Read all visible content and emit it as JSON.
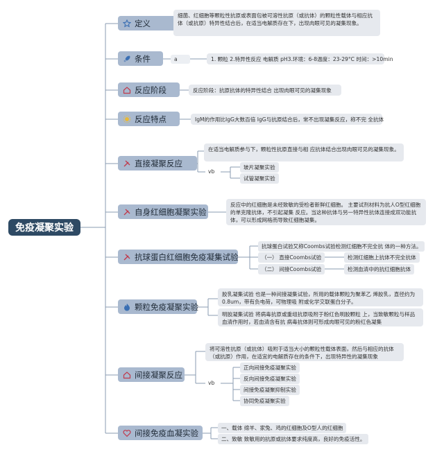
{
  "root": "免疫凝聚实验",
  "topics": [
    {
      "id": "definition",
      "label": "定义",
      "icon": "star-icon",
      "note": "细菌、红细胞等颗粒性抗原或表面包被可溶性抗原（或抗体）的颗粒性载体与相应抗体（或抗原）特异性结合后，在适当电解质存在下，出现肉眼可见的凝集现象。"
    },
    {
      "id": "conditions",
      "label": "条件",
      "icon": "rocket-icon",
      "tag": "a",
      "note": "1. 颗粒 2.特异性反应 电解质 pH3.环境：6-8温度：23-29°C 时间：>10min"
    },
    {
      "id": "stage",
      "label": "反应阶段",
      "icon": "home-icon",
      "note": "反应阶段：抗原抗体的特异性结合 出现肉眼可见的凝集现象"
    },
    {
      "id": "features",
      "label": "反应特点",
      "icon": "sun-icon",
      "note": "IgM的作用比IgG大数百倍 IgG与抗原结合后，常不出现凝集反应，称不完 全抗体"
    },
    {
      "id": "direct",
      "label": "直接凝聚反应",
      "icon": "tools-icon",
      "note": "在适当电解质参与下，颗粒性抗原直接与相 应抗体结合出现肉眼可见的凝集现象。",
      "tag": "vb",
      "subs": [
        "玻片凝聚实验",
        "试管凝聚实验"
      ]
    },
    {
      "id": "autologous",
      "label": "自身红细胞凝聚实验",
      "icon": "tools-icon",
      "note": "反应中的红细胞是未经致敏的受检者新鲜红细胞。 主要试剂材料为抗人O型红细胞的单克隆抗体，不引起凝集 反应。当这种抗体与另一特异性抗体连接成双功能抗 体，可以形成网格而导致红细胞凝集。"
    },
    {
      "id": "coombs",
      "label": "抗球蛋白红细胞免疫凝集试验",
      "icon": "tools-icon",
      "note": "抗球蛋白试验又称Coombs试验检测红细胞不完全抗 体的一种方法。",
      "rows": [
        {
          "k": "（一） 直接Coombs试验",
          "v": "检测红细胞上抗体不完全抗体"
        },
        {
          "k": "（二） 间接Coombs试验",
          "v": "检测血清中的抗红细胞抗体"
        }
      ]
    },
    {
      "id": "particle",
      "label": "颗粒免疫凝聚实验",
      "icon": "fire-icon",
      "notes": [
        "胶乳凝集试验 也是一种间接凝集试验，所用的载体颗粒为聚苯乙 烯胶乳，直径约为0.8um，带有负电荷，可物理吸 附或化学交联蛋白分子。",
        "明胶凝集试验 将病毒抗原或重组抗原吸附于粉红色明胶颗粒 上，当致敏颗粒与样品血清作用时，若血清含有抗 病毒抗体则可形成肉眼可见的粉红色凝集"
      ]
    },
    {
      "id": "indirect",
      "label": "间接凝聚反应",
      "icon": "home-icon",
      "note": "将可溶性抗原（或抗体）吸附于适当大小的颗粒性载体表面，然后与相应的抗体（或抗原）作用，在适宜的电解质存在的条件下，出现特异性的凝集现象",
      "tag": "vb",
      "subs": [
        "正向间接免疫凝聚实验",
        "反向间接免疫凝聚实验",
        "间接免疫凝聚抑制实验",
        "协同免疫凝聚实验"
      ]
    },
    {
      "id": "hemagglutination",
      "label": "间接免疫血凝实验",
      "icon": "heart-icon",
      "notes": [
        "一、载体 绵羊、家兔、鸡的红细胞及O型人的红细胞",
        "二、致敏 致敏用的抗原或抗体要求纯度高，良好的免疫活性。"
      ]
    }
  ]
}
